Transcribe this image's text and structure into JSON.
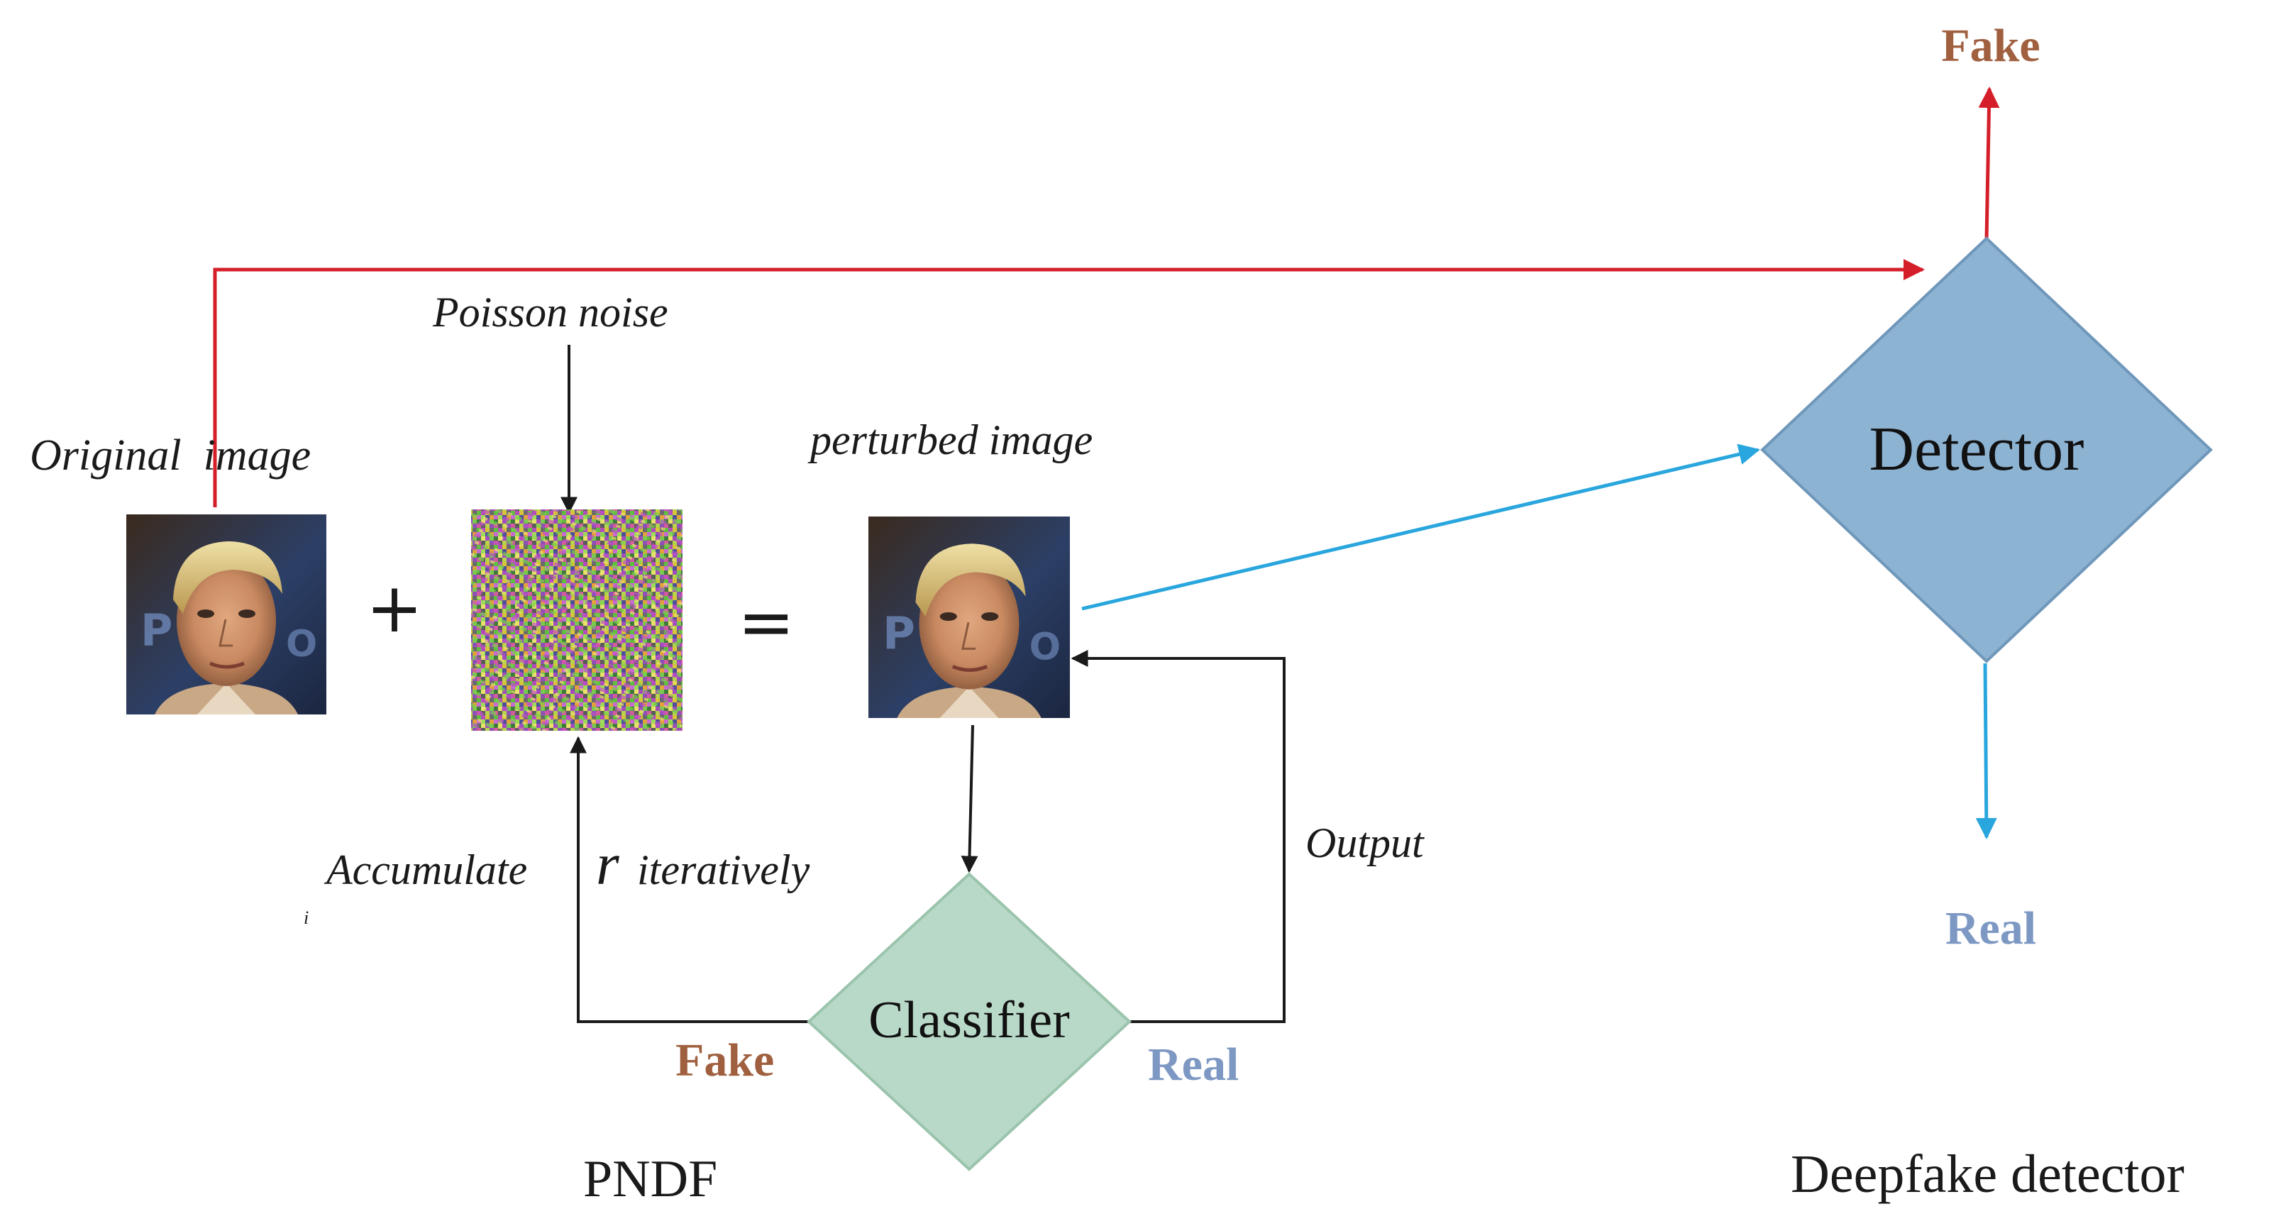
{
  "labels": {
    "original_image": "Original  image",
    "poisson_noise": "Poisson noise",
    "perturbed_image": "perturbed image",
    "plus": "+",
    "equals": "=",
    "accumulate": "Accumulate",
    "r": "r",
    "iteratively": "iteratively",
    "subscript_i": "i",
    "output": "Output",
    "classifier": "Classifier",
    "fake_classifier": "Fake",
    "real_classifier": "Real",
    "pndf": "PNDF",
    "detector": "Detector",
    "fake_detector": "Fake",
    "real_detector": "Real",
    "deepfake_detector": "Deepfake detector"
  },
  "colors": {
    "red_arrow": "#d41f2a",
    "blue_arrow": "#29a6dd",
    "black_arrow": "#1a1a1a",
    "fake_text": "#a0603f",
    "real_text": "#7e98c4",
    "detector_fill": "#8db3d3",
    "detector_stroke": "#6f97ba",
    "classifier_fill": "#b9d9c8",
    "classifier_stroke": "#9bc4ad"
  }
}
